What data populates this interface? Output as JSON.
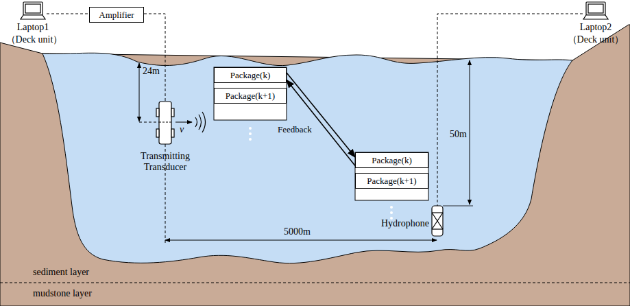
{
  "diagram": {
    "nodes": [
      {
        "text": [
          "Amplifier"
        ]
      },
      {
        "text": [
          "Package(k)"
        ]
      },
      {
        "text": [
          "Package(k+1)"
        ]
      },
      {
        "text": [
          "Package(k)"
        ]
      },
      {
        "text": [
          "Package(k+1)"
        ]
      }
    ],
    "edges": [
      {
        "from": 1,
        "to": 3,
        "arrow": "to"
      },
      {
        "from": 3,
        "to": 1,
        "label": "Feedback",
        "arrow": "to"
      }
    ],
    "labels": [
      "Laptop1",
      "（Deck unit）",
      "Laptop2",
      "（Deck unit）",
      "24m",
      "50m",
      "5000m",
      "Transmitting Transducer",
      "v",
      "Hydrophone",
      "sediment layer",
      "mudstone layer"
    ]
  }
}
